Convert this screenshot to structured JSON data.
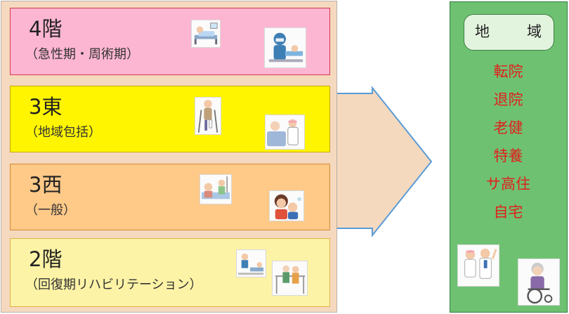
{
  "floors": [
    {
      "title": "4階",
      "subtitle": "（急性期・周術期）",
      "color": "#fdb6d2",
      "border": "#d03a4c",
      "icons": [
        "hospital-bed-patient-icon",
        "surgeon-surgery-icon"
      ]
    },
    {
      "title": "3東",
      "subtitle": "（地域包括）",
      "color": "#fff500",
      "border": "#c9a300",
      "icons": [
        "crutches-patient-icon",
        "nurse-elderly-care-icon"
      ]
    },
    {
      "title": "3西",
      "subtitle": "（一般）",
      "color": "#ffc988",
      "border": "#d58a33",
      "icons": [
        "family-hospital-visit-icon",
        "sick-child-mother-icon"
      ]
    },
    {
      "title": "2階",
      "subtitle": "（回復期リハビリテーション）",
      "color": "#fdf3a6",
      "border": "#e4b048",
      "icons": [
        "rehabilitation-exercise-icon",
        "walking-rehab-icon"
      ]
    }
  ],
  "region": {
    "title": "地　域",
    "color": "#6fc172",
    "destinations": [
      "転院",
      "退院",
      "老健",
      "特養",
      "サ高住",
      "自宅"
    ],
    "destination_color": "#e0201c",
    "icons": [
      "nurse-doctor-icon",
      "wheelchair-elderly-icon"
    ]
  },
  "arrow": {
    "color": "#f5d9bf",
    "stroke": "#5a9bd5"
  }
}
